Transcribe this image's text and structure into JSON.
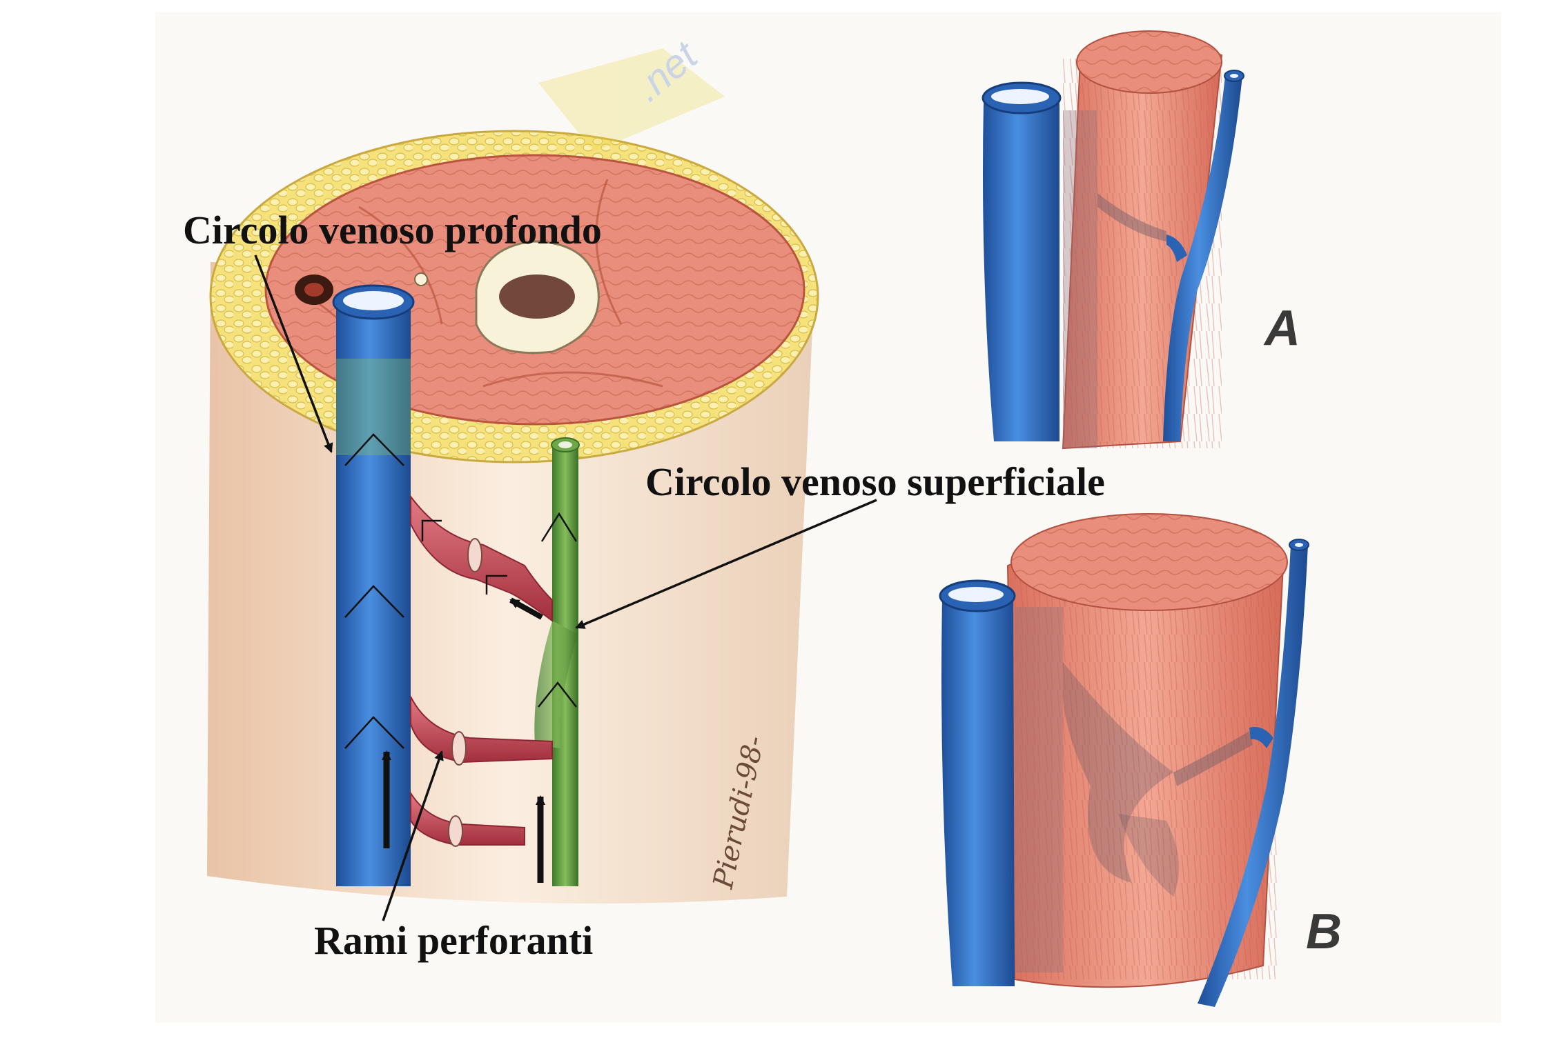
{
  "labels": {
    "deep_circulation": "Circolo venoso profondo",
    "superficial_circulation": "Circolo venoso superficiale",
    "perforating_branches": "Rami perforanti"
  },
  "panels": {
    "a": "A",
    "b": "B"
  },
  "watermark": ".net",
  "signature": "Pierudi-98-",
  "colors": {
    "deep_vein": "#2f6fc4",
    "superficial_vein": "#5f9a3e",
    "perforator": "#c74a55",
    "muscle": "#e58d7a",
    "fat": "#f2dd73",
    "skin": "#f7e1cc"
  }
}
